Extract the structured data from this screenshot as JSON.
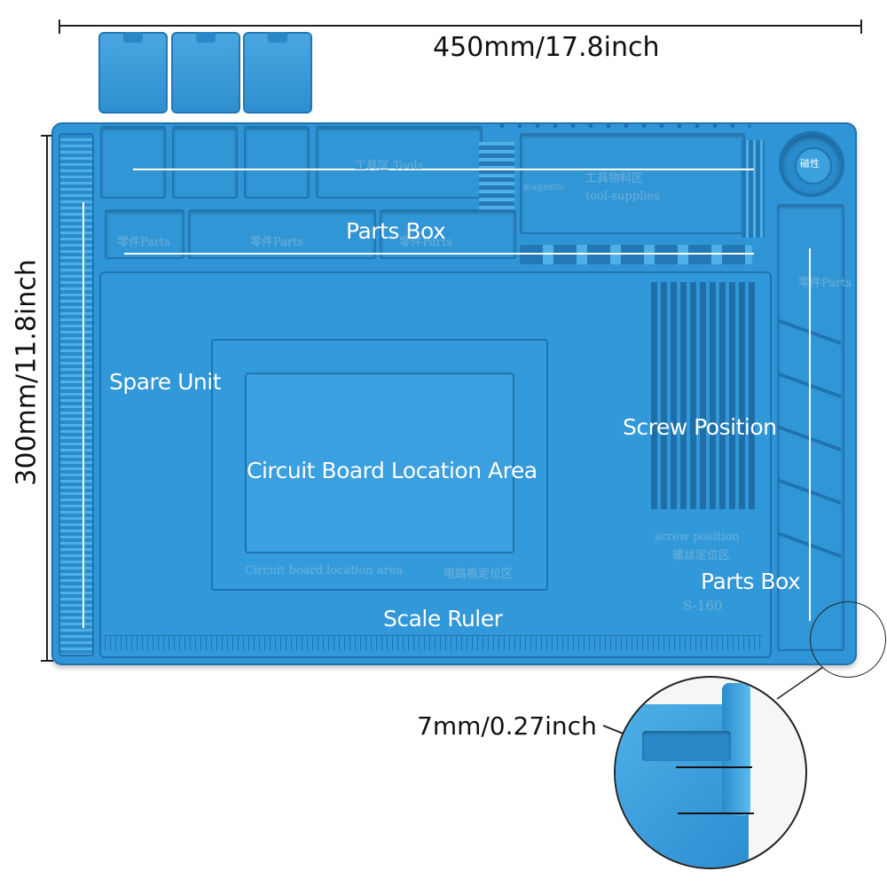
{
  "colors": {
    "mat": "#2f95d6",
    "mat_dark": "#1f74b0",
    "mat_light": "#4fb0e8",
    "label": "#ffffff",
    "dimension": "#111111"
  },
  "dimensions": {
    "width": "450mm/17.8inch",
    "height": "300mm/11.8inch",
    "thickness": "7mm/0.27inch"
  },
  "labels": {
    "parts_box_top": "Parts Box",
    "spare_unit": "Spare Unit",
    "circuit_board": "Circuit Board Location Area",
    "screw_position": "Screw Position",
    "parts_box_right": "Parts Box",
    "scale_ruler": "Scale Ruler"
  },
  "embossed": {
    "tools": "工具区 Tools",
    "magnetic_cn": "工具物料区",
    "magnetic": "magnetic",
    "tool_supplies": "tool-supplies",
    "parts_left": "零件Parts",
    "parts_mid": "零件Parts",
    "parts_mid2": "零件Parts",
    "parts_right": "零件Parts",
    "magnet_badge": "磁性",
    "screw_position_en": "screw position",
    "screw_position_cn": "螺丝定位区",
    "model": "S-160",
    "circuit_board_en": "Circuit board location area",
    "circuit_board_cn": "电路板定位区"
  },
  "icons": {
    "detail_zoom": "magnifier-circle",
    "detail_callout": "callout-line"
  }
}
